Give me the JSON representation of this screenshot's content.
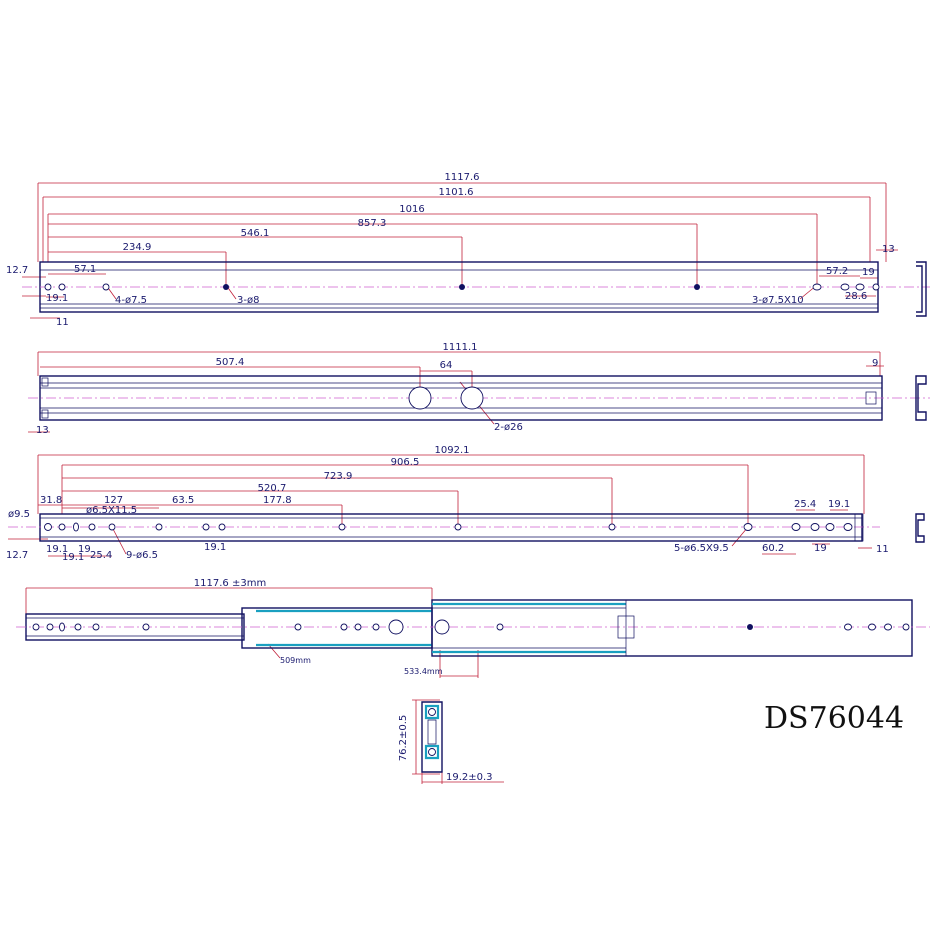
{
  "model_label": "DS76044",
  "view1": {
    "dims": {
      "overall": "1117.6",
      "second": "1101.6",
      "third": "1016",
      "fourth": "857.3",
      "fifth": "546.1",
      "sixth": "234.9",
      "left_height": "12.7",
      "left_first": "57.1",
      "left_small": "19.1",
      "left_bottom": "11",
      "right_end": "13",
      "right_a": "57.2",
      "right_b": "19",
      "right_c": "28.6"
    },
    "notes": {
      "holes_left": "4-ø7.5",
      "holes_mid": "3-ø8",
      "slots_right": "3-ø7.5X10"
    }
  },
  "view2": {
    "dims": {
      "overall": "1111.1",
      "to_hole": "507.4",
      "hole_spacing": "64",
      "right_end": "9",
      "left_end": "13"
    },
    "notes": {
      "big_holes": "2-ø26"
    }
  },
  "view3": {
    "dims": {
      "overall": "1092.1",
      "d1": "906.5",
      "d2": "723.9",
      "d3": "520.7",
      "d4": "31.8",
      "d5": "127",
      "d6": "63.5",
      "d7": "177.8",
      "dia_end": "ø9.5",
      "slot": "ø6.5X11.5",
      "left_height": "12.7",
      "s1": "19.1",
      "s2": "19.1",
      "s3": "19",
      "s4": "25.4",
      "s5": "19.1",
      "right_a": "25.4",
      "right_b": "19.1",
      "right_c": "60.2",
      "right_d": "19",
      "right_end": "11"
    },
    "notes": {
      "holes": "9-ø6.5",
      "slots": "5-ø6.5X9.5"
    }
  },
  "view4": {
    "dims": {
      "extended": "1117.6 ±3mm",
      "travel_a": "509mm",
      "travel_b": "533.4mm"
    }
  },
  "section": {
    "height": "76.2±0.5",
    "width": "19.2±0.3"
  }
}
